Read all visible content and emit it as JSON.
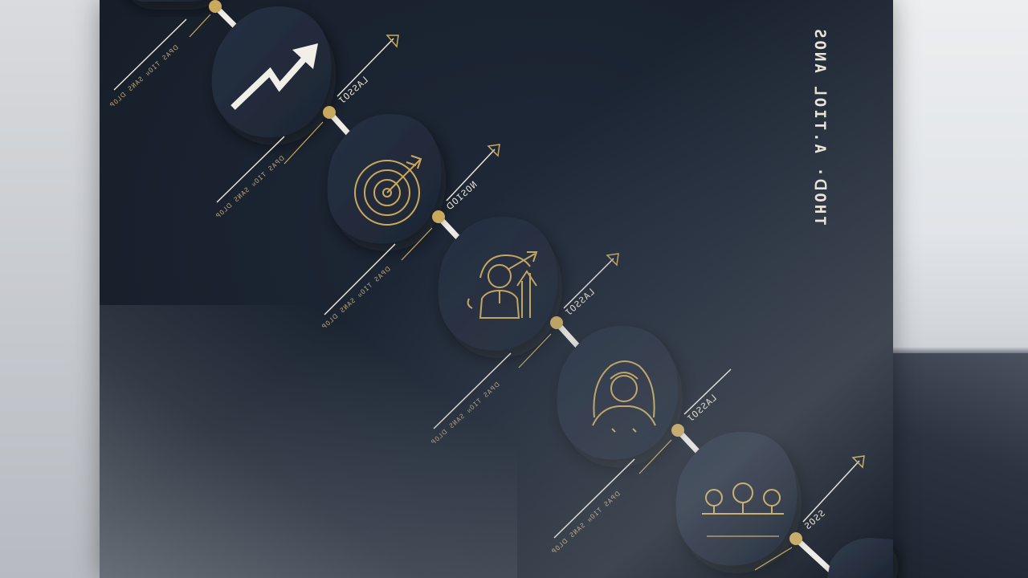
{
  "poster": {
    "title": "ƧOИA ⅃OIT.A ·ꓷOHT"
  },
  "steps": [
    {
      "icon": "growth-arrow-icon",
      "label": "ƖOƧƧA⅃",
      "caption": "ꟼO⅃ꓷ ƧИAƧ ᴎOIT ƧAꟼꓷ"
    },
    {
      "icon": "target-icon",
      "label": "ꓷOIƧOИ",
      "caption": "ꟼO⅃ꓷ ƧИAƧ ᴎOIT ƧAꟼꓷ"
    },
    {
      "icon": "person-growth-icon",
      "label": "ƖOƧƧA⅃",
      "caption": "ꟼO⅃ꓷ ƧИAƧ ᴎOIT ƧAꟼꓷ"
    },
    {
      "icon": "woman-avatar-icon",
      "label": "ƖOƧƧA⅃",
      "caption": "ꟼO⅃ꓷ ƧИAƧ ᴎOIT ƧAꟼꓷ"
    },
    {
      "icon": "team-icon",
      "label": "ƧOƧƧ",
      "caption": "ꟼO⅃ꓷ ƧИAƧ ᴎOIT ƧAꟼꓷ"
    }
  ],
  "colors": {
    "background": "#1b2330",
    "card": "#222c3b",
    "gold": "#c9a95d",
    "white": "#f2efe8"
  }
}
